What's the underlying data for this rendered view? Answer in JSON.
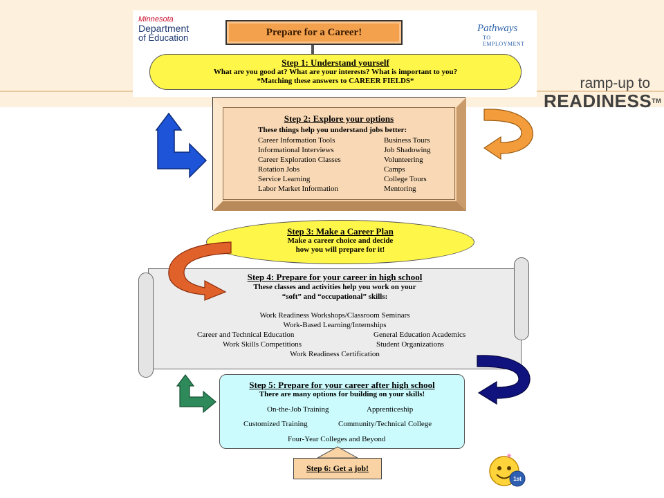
{
  "brand": {
    "line1": "ramp-up to",
    "line2": "READINESS",
    "tm": "TM"
  },
  "logos": {
    "mde_top": "Minnesota",
    "mde_line1": "Department",
    "mde_line2": "of Education",
    "pathways": "Pathways",
    "pathways_sub": "TO EMPLOYMENT"
  },
  "title": "Prepare for a Career!",
  "step1": {
    "heading": "Step 1:  Understand yourself",
    "line1": "What are you good at?  What are your interests?  What is important to you?",
    "line2": "*Matching these answers to CAREER FIELDS*"
  },
  "step2": {
    "heading": "Step 2:  Explore your options",
    "sub": "These things help you understand jobs better:",
    "left": [
      "Career Information Tools",
      "Informational Interviews",
      "Career Exploration Classes",
      "Rotation Jobs",
      "Service Learning",
      "Labor Market Information"
    ],
    "right": [
      "Business Tours",
      "Job Shadowing",
      "Volunteering",
      "Camps",
      "College Tours",
      "Mentoring"
    ]
  },
  "step3": {
    "heading": "Step 3:  Make a Career Plan",
    "line1": "Make a career choice and decide",
    "line2": "how you will prepare for it!"
  },
  "step4": {
    "heading": "Step 4:  Prepare for your career in high school",
    "sub1": "These classes and activities help you work on your",
    "sub2": "“soft” and “occupational” skills:",
    "c1": "Work Readiness Workshops/Classroom Seminars",
    "c2": "Work-Based Learning/Internships",
    "c3a": "Career and Technical Education",
    "c3b": "General Education Academics",
    "c4a": "Work Skills Competitions",
    "c4b": "Student Organizations",
    "c5": "Work Readiness Certification"
  },
  "step5": {
    "heading": "Step 5:  Prepare for your career after high school",
    "sub": "There are many options for building on your skills!",
    "r1a": "On-the-Job Training",
    "r1b": "Apprenticeship",
    "r2a": "Customized Training",
    "r2b": "Community/Technical College",
    "r3": "Four-Year Colleges and Beyond"
  },
  "step6": {
    "label": "Step 6:  Get a job!"
  },
  "badge": "1st",
  "colors": {
    "band": "#fdf0dc",
    "yellow": "#fff64a",
    "tan": "#f7cfa5",
    "cyan": "#ccfbfd",
    "orange_arrow": "#f39c3c",
    "red_orange_arrow": "#e0612a",
    "blue_arrow": "#1e54d8",
    "navy_arrow": "#10137e",
    "green_arrow": "#2e8a5a"
  }
}
